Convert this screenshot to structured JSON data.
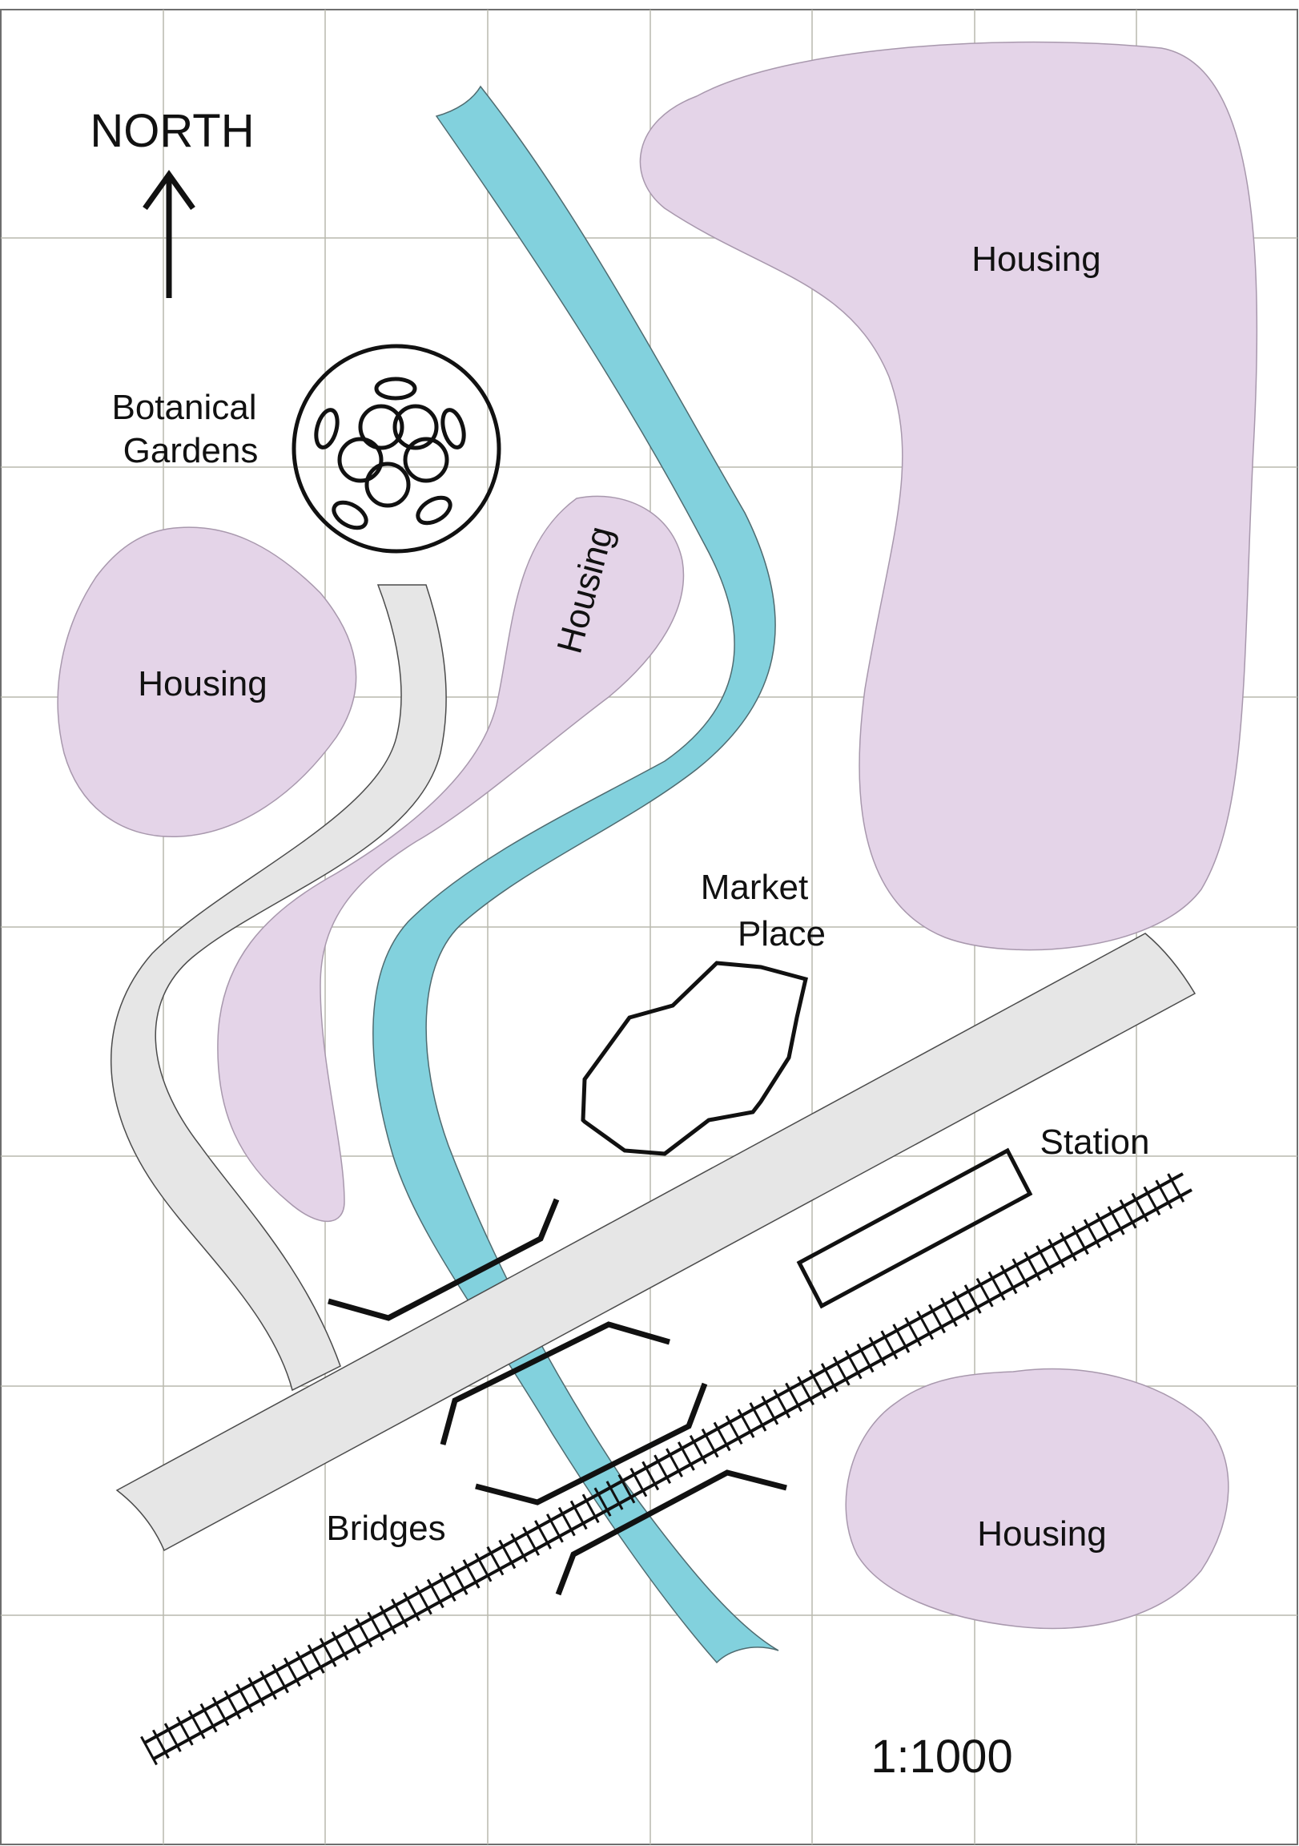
{
  "map": {
    "north_label": "NORTH",
    "scale_label": "1:1000",
    "labels": {
      "botanical_line1": "Botanical",
      "botanical_line2": "Gardens",
      "housing_nw": "Housing",
      "housing_center": "Housing",
      "housing_ne": "Housing",
      "housing_se": "Housing",
      "market_line1": "Market",
      "market_line2": "Place",
      "station": "Station",
      "bridges": "Bridges"
    }
  },
  "colors": {
    "housing": "#e4d4e8",
    "river": "#82d1dd",
    "road": "#e6e6e6",
    "grid": "#b9b9ad",
    "ink": "#111111"
  },
  "icons": [
    "north-arrow-icon",
    "railway-track-icon",
    "botanical-gardens-icon",
    "market-place-grid-icon",
    "station-icon",
    "bridge-icon"
  ]
}
